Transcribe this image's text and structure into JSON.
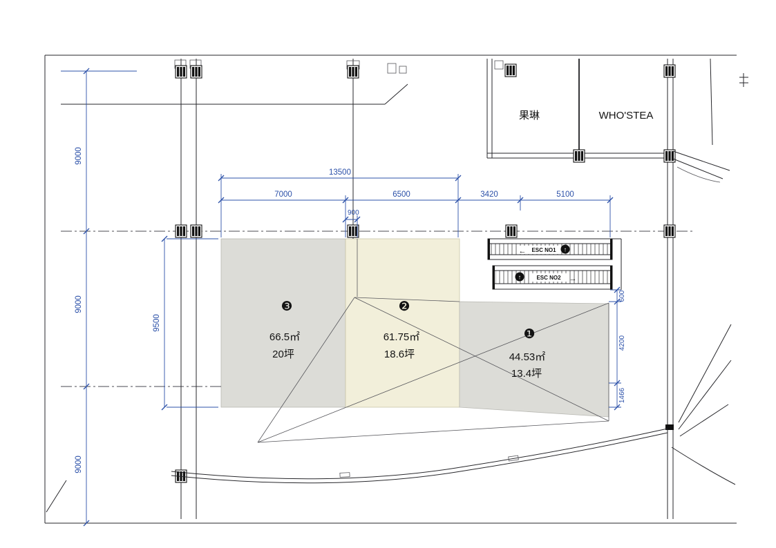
{
  "plan": {
    "stores": [
      {
        "name": "果琳"
      },
      {
        "name": "WHO'STEA"
      }
    ],
    "units": [
      {
        "id": "unit-3",
        "badge": "❸",
        "area": "66.5㎡",
        "tsubo": "20坪"
      },
      {
        "id": "unit-2",
        "badge": "❷",
        "area": "61.75㎡",
        "tsubo": "18.6坪"
      },
      {
        "id": "unit-1",
        "badge": "❶",
        "area": "44.53㎡",
        "tsubo": "13.4坪"
      }
    ],
    "escalators": [
      {
        "label": "ESC NO1",
        "arrow": "←",
        "dir_glyph": "↑"
      },
      {
        "label": "ESC NO2",
        "arrow": "→",
        "dir_glyph": "↑"
      }
    ],
    "dimensions": {
      "top_total": "13500",
      "seg_7000": "7000",
      "seg_6500": "6500",
      "seg_3420": "3420",
      "seg_5100": "5100",
      "seg_900": "900",
      "left_a": "9000",
      "left_b": "9000",
      "left_c": "9000",
      "unit_depth": "9500",
      "right_a": "600",
      "right_b": "4200",
      "right_c": "1466"
    },
    "colors": {
      "dimension_blue": "#2b50a8",
      "unit_gray": "#dcdcd7",
      "unit_cream": "#f2efda",
      "line_dark": "#26262a"
    }
  }
}
